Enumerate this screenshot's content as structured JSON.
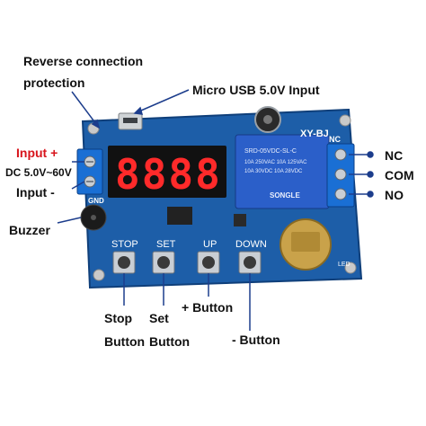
{
  "labels": {
    "reverse_protection_line1": "Reverse connection",
    "reverse_protection_line2": "protection",
    "micro_usb": "Micro USB 5.0V Input",
    "input_plus": "Input +",
    "dc_range": "DC 5.0V~60V",
    "input_minus": "Input -",
    "buzzer": "Buzzer",
    "stop_button_line1": "Stop",
    "stop_button_line2": "Button",
    "set_button_line1": "Set",
    "set_button_line2": "Button",
    "plus_button": "+ Button",
    "minus_button": "- Button",
    "nc": "NC",
    "com": "COM",
    "no": "NO"
  },
  "board": {
    "model": "XY-BJ",
    "display_digits": "8888",
    "silk_stop": "STOP",
    "silk_set": "SET",
    "silk_up": "UP",
    "silk_down": "DOWN",
    "silk_gnd": "GND",
    "silk_nc": "NC",
    "silk_led": "LED",
    "relay_text_1": "SRD-05VDC-SL-C",
    "relay_text_2": "10A 250VAC 10A 125VAC",
    "relay_text_3": "10A 30VDC 10A 28VDC",
    "relay_brand": "SONGLE"
  },
  "colors": {
    "pcb": "#1d5ea8",
    "terminal": "#1a6fd4",
    "relay": "#2b5fc9",
    "display_bg": "#111111",
    "segment_on": "#ff2a2a",
    "label_red": "#d8141c"
  }
}
